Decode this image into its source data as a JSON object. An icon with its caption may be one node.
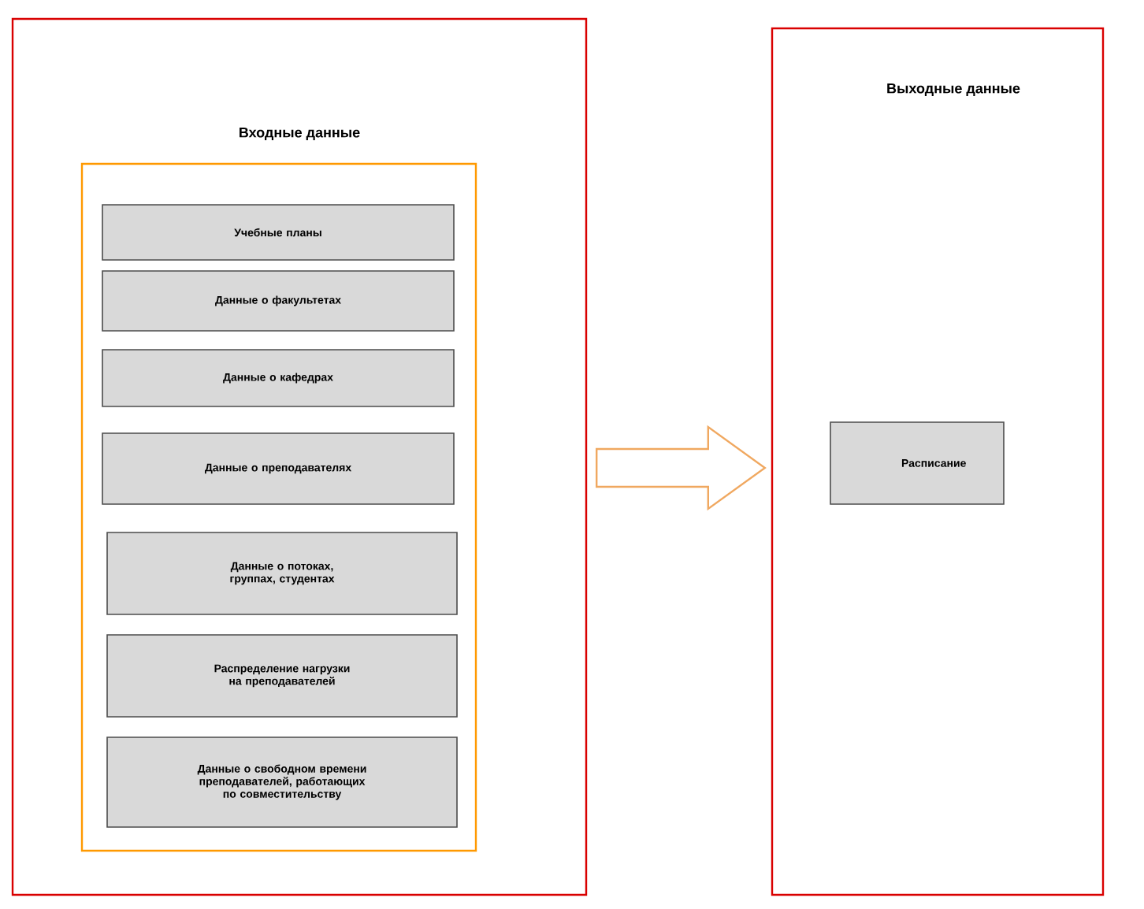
{
  "diagram": {
    "nodes": [
      {
        "text": [
          "Входные данные"
        ]
      },
      {
        "text": [],
        "shape": "box",
        "in": 0
      },
      {
        "text": [
          "Учебные планы"
        ],
        "in": 1
      },
      {
        "text": [
          "Данные о факультетах"
        ],
        "in": 1
      },
      {
        "text": [
          "Данные о кафедрах"
        ],
        "in": 1
      },
      {
        "text": [
          "Данные о преподавателях"
        ],
        "in": 1
      },
      {
        "text": [
          "Данные о потоках, группах, студентах"
        ],
        "in": 1
      },
      {
        "text": [
          "Распределение нагрузки на преподавателей"
        ],
        "in": 1
      },
      {
        "text": [
          "Данные о свободном времени преподавателей, работающих по совместительству"
        ],
        "in": 1
      },
      {
        "text": [
          "Выходные данные"
        ]
      },
      {
        "text": [
          "Расписание"
        ],
        "in": 9
      }
    ],
    "edges": [
      {
        "from": 0,
        "to": 9,
        "arrow": "to",
        "style": "thick",
        "color": "#f0a860"
      }
    ]
  }
}
